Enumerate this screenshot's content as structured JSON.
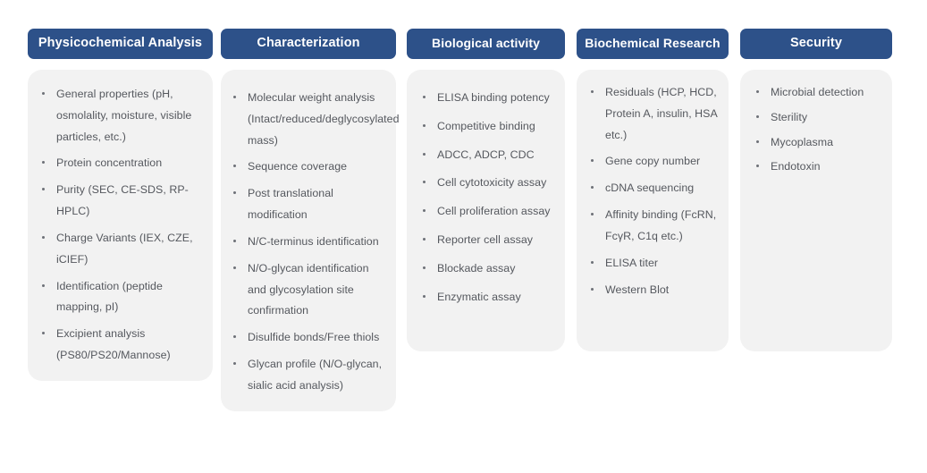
{
  "theme": {
    "pill_color": "#2d5189",
    "pill_text_color": "#ffffff",
    "card_color": "#f2f2f2",
    "body_text_color": "#55585e",
    "page_background": "#ffffff"
  },
  "columns": [
    {
      "header": "Physicochemical Analysis",
      "items": [
        "General properties (pH, osmolality, moisture, visible particles, etc.)",
        "Protein concentration",
        "Purity (SEC,  CE-SDS, RP-HPLC)",
        "Charge Variants (IEX, CZE, iCIEF)",
        "Identification (peptide mapping, pI)",
        "Excipient analysis (PS80/PS20/Mannose)"
      ]
    },
    {
      "header": "Characterization",
      "items": [
        "Molecular weight analysis (Intact/reduced/deglycosylated mass)",
        "Sequence coverage",
        "Post translational modification",
        "N/C-terminus identification",
        "N/O-glycan identification and glycosylation site confirmation",
        "Disulfide bonds/Free thiols",
        "Glycan profile (N/O-glycan, sialic acid analysis)"
      ]
    },
    {
      "header": "Biological activity",
      "items": [
        "ELISA binding potency",
        "Competitive binding",
        "ADCC, ADCP, CDC",
        "Cell cytotoxicity assay",
        "Cell proliferation assay",
        "Reporter cell assay",
        "Blockade assay",
        "Enzymatic assay"
      ]
    },
    {
      "header": "Biochemical Research",
      "items": [
        "Residuals (HCP, HCD, Protein A, insulin, HSA etc.)",
        "Gene copy number",
        "cDNA sequencing",
        "Affinity binding (FcRN, FcγR, C1q etc.)",
        "ELISA titer",
        "Western Blot"
      ]
    },
    {
      "header": "Security",
      "items": [
        "Microbial detection",
        "Sterility",
        "Mycoplasma",
        "Endotoxin"
      ]
    }
  ]
}
